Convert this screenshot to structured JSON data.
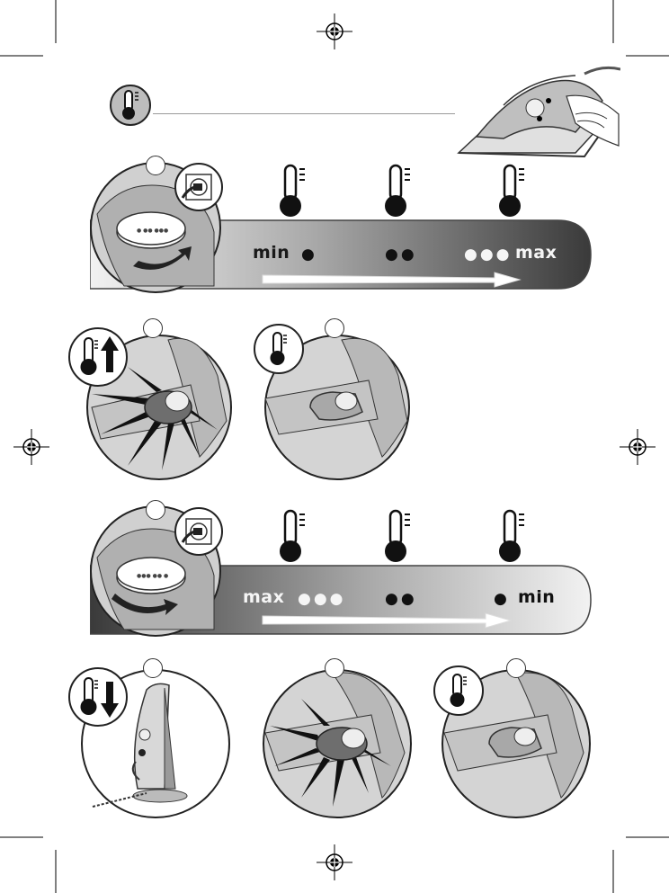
{
  "bar_top": {
    "left_label": "min",
    "mid_dots": "●●",
    "right_dots": "●●●",
    "right_label": "max",
    "left_dot": "●",
    "colors": {
      "start": "#f2f2f2",
      "end": "#3a3a3a",
      "text_light": "#f5f5f5",
      "text_dark": "#1a1a1a"
    }
  },
  "bar_bottom": {
    "left_label": "max",
    "left_dots": "●●●",
    "mid_dots": "●●",
    "right_dot": "●",
    "right_label": "min",
    "colors": {
      "start": "#3a3a3a",
      "end": "#f2f2f2"
    }
  },
  "icons": {
    "thermometer": "thermometer-icon",
    "heat_up": "arrow-up-icon",
    "cool_down": "arrow-down-icon",
    "plug": "power-plug-icon",
    "dial_turn_right": "rotate-clockwise-arrow-icon",
    "dial_turn_left": "rotate-counterclockwise-arrow-icon",
    "registration_mark": "registration-mark-icon"
  }
}
